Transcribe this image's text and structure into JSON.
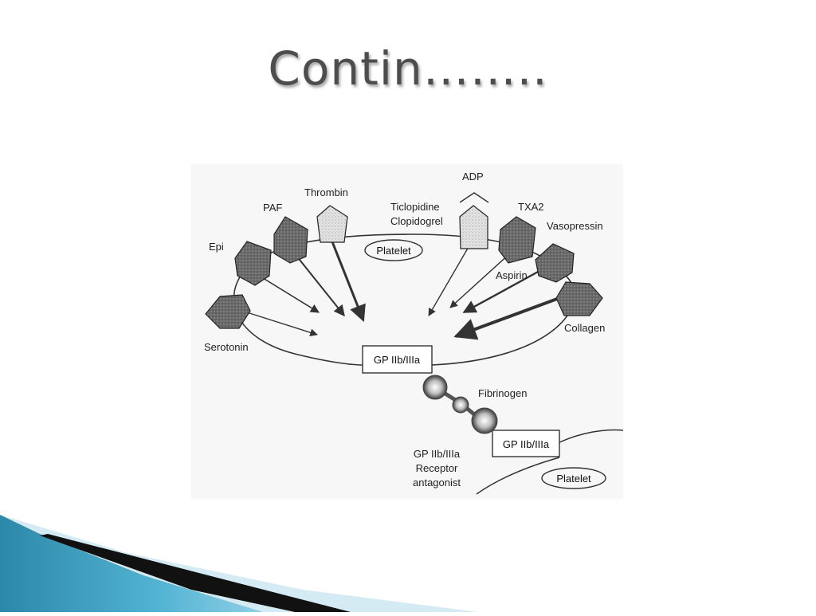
{
  "slide": {
    "title": "Contin…….."
  },
  "diagram": {
    "agonists": {
      "epi": "Epi",
      "paf": "PAF",
      "thrombin": "Thrombin",
      "ticlopidine": "Ticlopidine",
      "clopidogrel": "Clopidogrel",
      "adp": "ADP",
      "txa2": "TXA2",
      "vasopressin": "Vasopressin",
      "aspirin": "Aspirin",
      "serotonin": "Serotonin",
      "collagen": "Collagen"
    },
    "platelet_top": "Platelet",
    "platelet_bottom": "Platelet",
    "receptor_top": "GP IIb/IIIa",
    "receptor_bottom": "GP IIb/IIIa",
    "fibrinogen": "Fibrinogen",
    "antagonist_line1": "GP IIb/IIIa",
    "antagonist_line2": "Receptor",
    "antagonist_line3": "antagonist"
  },
  "colors": {
    "title": "#4d4d4d",
    "receptor_dark": "#666666",
    "receptor_light": "#d8d8d8",
    "band_blue": "#3aa0c4",
    "band_black": "#111111",
    "band_light": "#cfe9f2"
  }
}
